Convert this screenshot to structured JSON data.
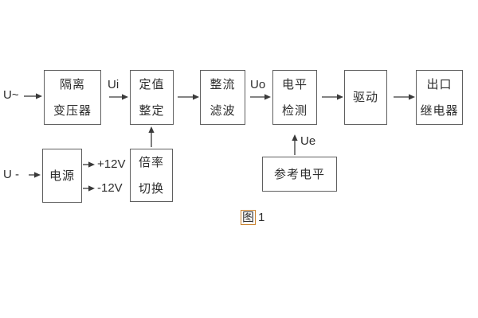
{
  "figure": {
    "caption": {
      "fig": "图",
      "num": "1"
    },
    "io_labels": {
      "u_ac": "U~",
      "u_dc": "U -"
    },
    "signal_labels": {
      "ui": "Ui",
      "uo": "Uo",
      "ue": "Ue",
      "rail_pos": "+12V",
      "rail_neg": "-12V"
    },
    "blocks": {
      "isolation_transformer": {
        "line1": "隔离",
        "line2": "变压器"
      },
      "setting_adjust": {
        "line1": "定值",
        "line2": "整定"
      },
      "rectify_filter": {
        "line1": "整流",
        "line2": "滤波"
      },
      "level_detect": {
        "line1": "电平",
        "line2": "检测"
      },
      "drive": {
        "line1": "驱动"
      },
      "output_relay": {
        "line1": "出口",
        "line2": "继电器"
      },
      "power_supply": {
        "line1": "电源"
      },
      "ratio_switch": {
        "line1": "倍率",
        "line2": "切换"
      },
      "reference_level": {
        "line1": "参考电平"
      }
    },
    "colors": {
      "line": "#3a3a3a",
      "border": "#5f5f5f",
      "text": "#2d2d2d",
      "caption_box": "#c9822f"
    }
  }
}
